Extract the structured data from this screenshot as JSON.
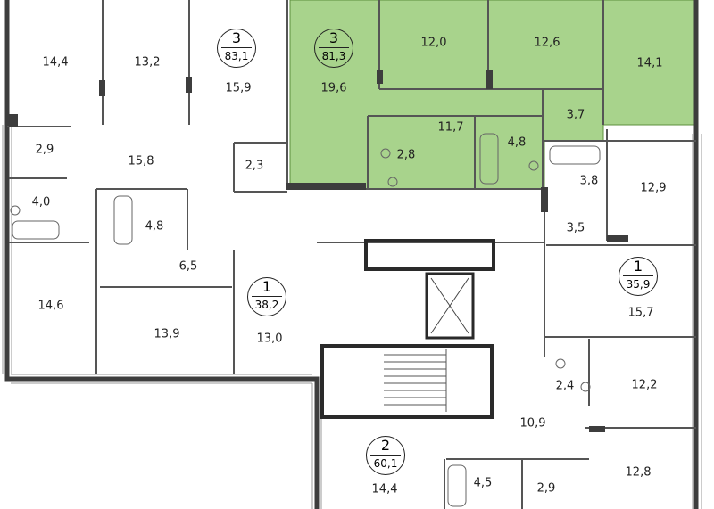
{
  "apartments": [
    {
      "id": "apt-top-left",
      "rooms": "3",
      "area": "83,1",
      "highlighted": false
    },
    {
      "id": "apt-selected",
      "rooms": "3",
      "area": "81,3",
      "highlighted": true
    },
    {
      "id": "apt-left-middle",
      "rooms": "1",
      "area": "38,2",
      "highlighted": false
    },
    {
      "id": "apt-right-middle",
      "rooms": "1",
      "area": "35,9",
      "highlighted": false
    },
    {
      "id": "apt-bottom",
      "rooms": "2",
      "area": "60,1",
      "highlighted": false
    }
  ],
  "rooms": [
    "14,4",
    "13,2",
    "15,9",
    "19,6",
    "12,0",
    "12,6",
    "14,1",
    "2,9",
    "15,8",
    "2,3",
    "11,7",
    "2,8",
    "4,8",
    "3,7",
    "4,0",
    "4,8",
    "3,8",
    "12,9",
    "3,5",
    "6,5",
    "14,6",
    "13,9",
    "13,0",
    "15,7",
    "2,4",
    "12,2",
    "10,9",
    "12,8",
    "14,4",
    "4,5",
    "2,9"
  ],
  "colors": {
    "highlight": "#a8d38c",
    "wall": "#3d3d3d",
    "outline": "#777777",
    "window": "#9a9a9a"
  }
}
